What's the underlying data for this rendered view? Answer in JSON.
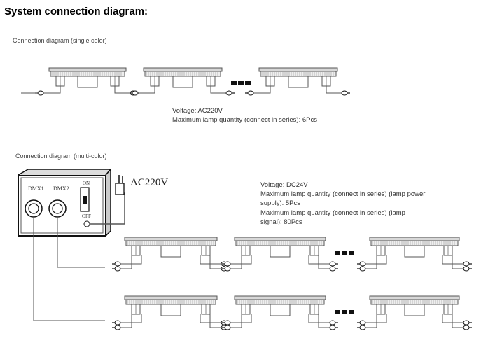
{
  "title": "System connection diagram:",
  "single": {
    "heading": "Connection diagram (single color)",
    "voltage": "Voltage: AC220V",
    "max_qty": "Maximum lamp quantity (connect in series): 6Pcs"
  },
  "multi": {
    "heading": "Connection diagram (multi-color)",
    "voltage": "Voltage: DC24V",
    "max_power_1": "Maximum lamp quantity (connect in series) (lamp power",
    "max_power_2": "supply): 5Pcs",
    "max_signal_1": "Maximum lamp quantity (connect in series) (lamp",
    "max_signal_2": "signal): 80Pcs",
    "controller": {
      "port1": "DMX1",
      "port2": "DMX2",
      "switch_on": "ON",
      "switch_off": "OFF",
      "power_label": "AC220V"
    }
  },
  "colors": {
    "line": "#555555",
    "fill": "#d8d8d8",
    "ink": "#111111"
  },
  "icons": [
    "wall-washer-lamp",
    "plug-connector",
    "ellipsis-dots",
    "controller-box",
    "power-plug"
  ]
}
